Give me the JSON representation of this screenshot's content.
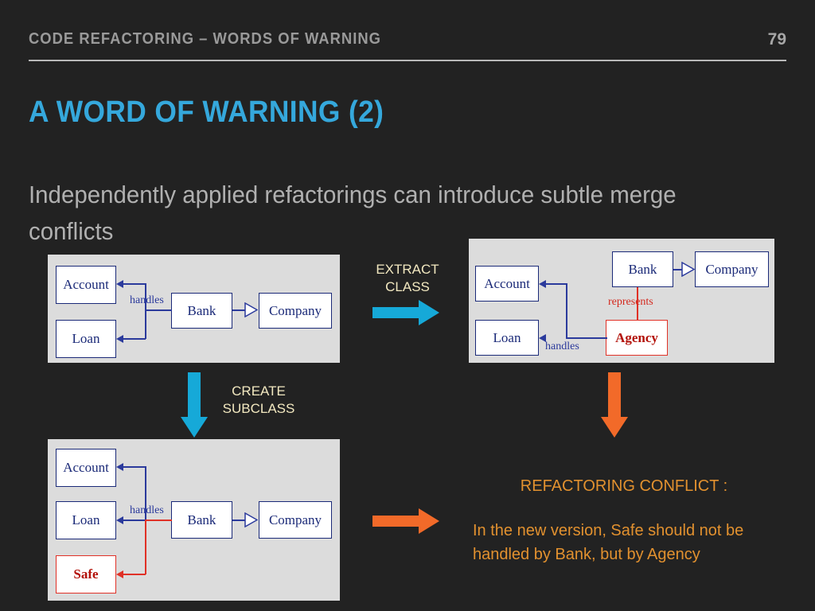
{
  "header": {
    "title": "CODE REFACTORING – WORDS OF WARNING",
    "page_number": "79"
  },
  "slide": {
    "title": "A WORD OF WARNING (2)",
    "body": "Independently applied refactorings can introduce subtle merge conflicts"
  },
  "colors": {
    "background": "#222222",
    "title_blue": "#35a8dc",
    "body_gray": "#b0b0b0",
    "panel_gray": "#dcdcdc",
    "uml_navy": "#1b2a78",
    "uml_red": "#e03127",
    "arrow_cyan": "#16a9d8",
    "arrow_orange": "#f26a29",
    "caption_cream": "#f2e8c0",
    "conflict_orange": "#e2912f"
  },
  "diagrams": {
    "original": {
      "name": "original-model",
      "boxes": [
        {
          "label": "Account",
          "accent": "navy"
        },
        {
          "label": "Loan",
          "accent": "navy"
        },
        {
          "label": "Bank",
          "accent": "navy"
        },
        {
          "label": "Company",
          "accent": "navy"
        }
      ],
      "edge_labels": [
        {
          "text": "handles",
          "color": "navy"
        }
      ],
      "relations": [
        "Bank handles Account",
        "Bank handles Loan",
        "Bank generalizes to Company"
      ]
    },
    "extracted": {
      "name": "extract-class-model",
      "boxes": [
        {
          "label": "Account",
          "accent": "navy"
        },
        {
          "label": "Loan",
          "accent": "navy"
        },
        {
          "label": "Bank",
          "accent": "navy"
        },
        {
          "label": "Company",
          "accent": "navy"
        },
        {
          "label": "Agency",
          "accent": "red"
        }
      ],
      "edge_labels": [
        {
          "text": "represents",
          "color": "red"
        },
        {
          "text": "handles",
          "color": "navy"
        }
      ],
      "relations": [
        "Agency represents Bank",
        "Agency handles Account",
        "Agency handles Loan",
        "Bank generalizes to Company"
      ]
    },
    "subclassed": {
      "name": "create-subclass-model",
      "boxes": [
        {
          "label": "Account",
          "accent": "navy"
        },
        {
          "label": "Loan",
          "accent": "navy"
        },
        {
          "label": "Safe",
          "accent": "red"
        },
        {
          "label": "Bank",
          "accent": "navy"
        },
        {
          "label": "Company",
          "accent": "navy"
        }
      ],
      "edge_labels": [
        {
          "text": "handles",
          "color": "navy"
        }
      ],
      "relations": [
        "Bank handles Account",
        "Bank handles Loan",
        "Bank handles Safe",
        "Bank generalizes to Company"
      ]
    }
  },
  "transitions": {
    "extract_class": {
      "caption": "EXTRACT\nCLASS",
      "direction": "right",
      "color": "#16a9d8"
    },
    "create_subclass": {
      "caption": "CREATE\nSUBCLASS",
      "direction": "down",
      "color": "#16a9d8"
    },
    "merge_down": {
      "caption": "",
      "direction": "down",
      "color": "#f26a29"
    },
    "merge_right": {
      "caption": "",
      "direction": "right",
      "color": "#f26a29"
    }
  },
  "conflict": {
    "heading": "REFACTORING CONFLICT :",
    "body": "In the new version, Safe should not be handled by Bank, but by Agency"
  }
}
